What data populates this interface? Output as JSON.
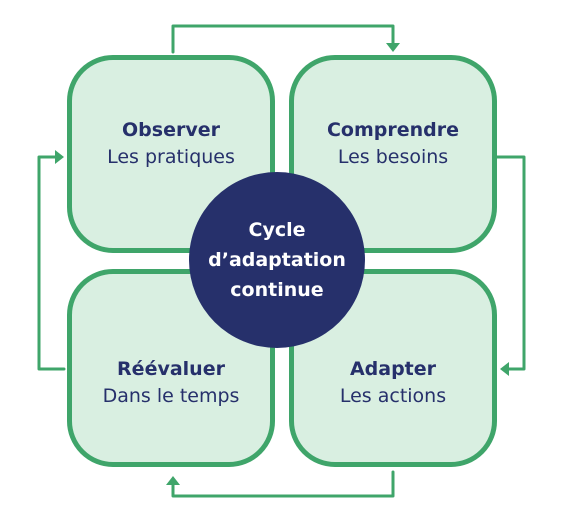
{
  "center": {
    "line1": "Cycle",
    "line2": "d’adaptation",
    "line3": "continue"
  },
  "tiles": {
    "observer": {
      "title": "Observer",
      "subtitle": "Les pratiques"
    },
    "comprendre": {
      "title": "Comprendre",
      "subtitle": "Les besoins"
    },
    "reevaluer": {
      "title": "Réévaluer",
      "subtitle": "Dans le temps"
    },
    "adapter": {
      "title": "Adapter",
      "subtitle": "Les actions"
    }
  },
  "colors": {
    "tile_border": "#3fa56a",
    "tile_fill": "#d9efe1",
    "text_navy": "#26306b",
    "center_fill": "#26306b",
    "center_text": "#ffffff"
  }
}
